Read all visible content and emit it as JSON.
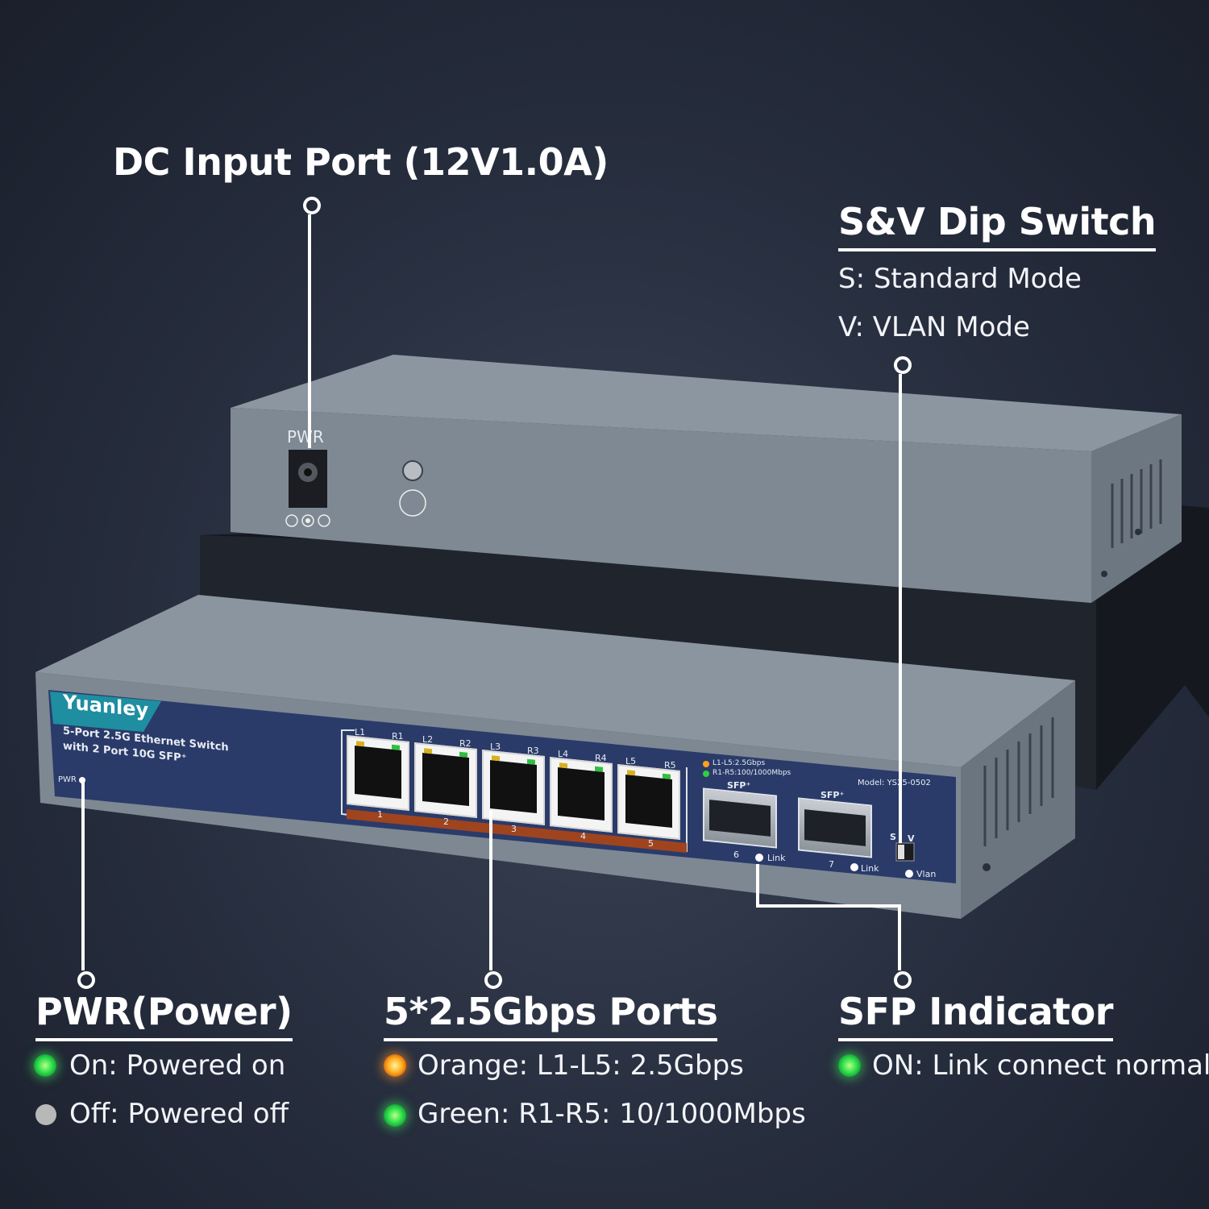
{
  "callouts": {
    "dc_input": {
      "title": "DC Input Port (12V1.0A)"
    },
    "dip_switch": {
      "title": "S&V Dip Switch",
      "lines": [
        "S: Standard Mode",
        "V: VLAN Mode"
      ]
    },
    "pwr": {
      "title": "PWR(Power)",
      "lines": [
        "On: Powered on",
        "Off: Powered off"
      ]
    },
    "ports": {
      "title": "5*2.5Gbps Ports",
      "lines": [
        "Orange: L1-L5: 2.5Gbps",
        "Green: R1-R5: 10/1000Mbps"
      ]
    },
    "sfp": {
      "title": "SFP Indicator",
      "lines": [
        "ON: Link connect normal"
      ]
    }
  },
  "device": {
    "brand": "Yuanley",
    "description_line1": "5-Port 2.5G Ethernet Switch",
    "description_line2": "with 2 Port 10G SFP⁺",
    "pwr_label": "PWR",
    "back_pwr_label": "PWR",
    "model": "Model: YS25-0502",
    "port_led_labels": [
      "L1",
      "R1",
      "L2",
      "R2",
      "L3",
      "R3",
      "L4",
      "R4",
      "L5",
      "R5"
    ],
    "port_numbers": [
      "1",
      "2",
      "3",
      "4",
      "5"
    ],
    "legend_line1": "L1-L5:2.5Gbps",
    "legend_line2": "R1-R5:100/1000Mbps",
    "sfp_label": "SFP⁺",
    "sfp_numbers": [
      "6",
      "7"
    ],
    "link_label": "Link",
    "dip_s": "S",
    "dip_v": "V",
    "vlan_label": "Vlan"
  },
  "colors": {
    "led_green": "#2fe04a",
    "led_orange": "#ffb020",
    "panel_blue": "#2a3b6a",
    "chassis_grey": "#7d8893"
  }
}
